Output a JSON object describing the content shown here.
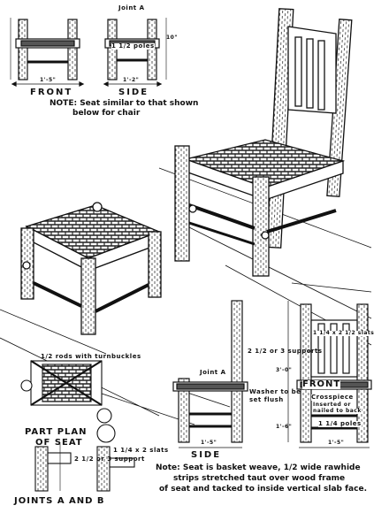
{
  "labels": {
    "joint_a_top": "Joint A",
    "front_dim_top": "1'-5\"",
    "side_dim_top": "1'-2\"",
    "height_dim_top": "10\"",
    "poles_top": "1 1/2 poles",
    "front_top": "FRONT",
    "side_top": "SIDE",
    "note_top_line1": "NOTE: Seat similar to that shown",
    "note_top_line2": "below for chair",
    "rods": "1/2 rods with turnbuckles",
    "part_plan_line1": "PART PLAN",
    "part_plan_line2": "OF SEAT",
    "joint_a_side": "Joint A",
    "supports_side": "2 1/2 or 3 supports",
    "washer_line1": "Washer to be",
    "washer_line2": "set flush",
    "side_dim_bottom": "1'-5\"",
    "side_bottom": "SIDE",
    "front_bottom": "FRONT",
    "slats_front": "1 1/4 x 2 1/2 slats",
    "crosspiece_line1": "Crosspiece",
    "crosspiece_line2": "Inserted or",
    "crosspiece_line3": "nailed to back",
    "poles_front": "1 1/4 poles",
    "front_dim_bottom": "1'-5\"",
    "height_dim_bottom": "3'-0\"",
    "seat_height_dim": "1'-6\"",
    "support_joint": "2 1/2 or 3 support",
    "slats_joint": "1 1/4 x 2 slats",
    "joints_title": "JOINTS A AND B",
    "note_bottom_line1": "Note: Seat is basket weave, 1/2 wide rawhide",
    "note_bottom_line2": "strips stretched taut over wood frame",
    "note_bottom_line3": "of seat and tacked to inside vertical slab face."
  }
}
